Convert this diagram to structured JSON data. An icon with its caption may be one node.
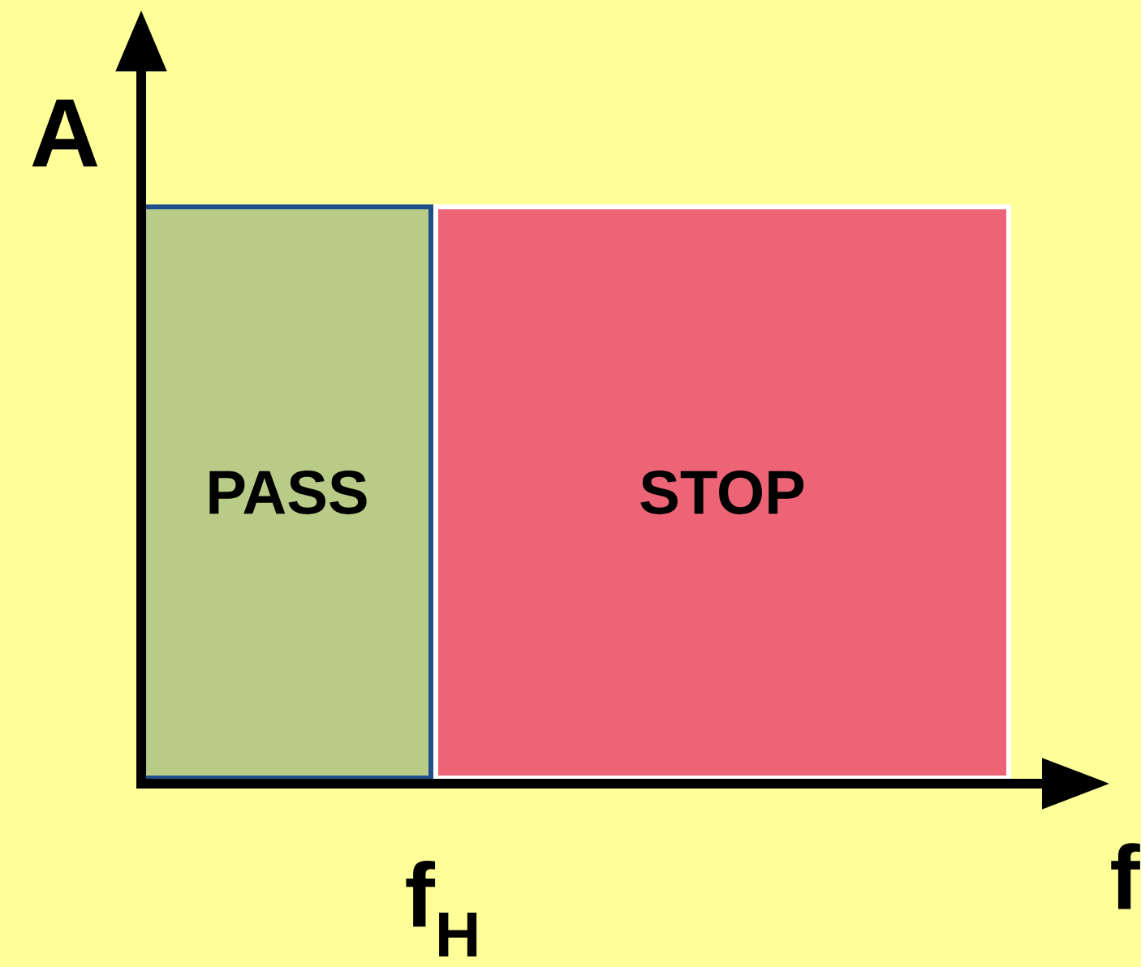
{
  "diagram": {
    "nodes": [
      {
        "text": [
          "PASS"
        ]
      },
      {
        "text": [
          "STOP"
        ]
      }
    ],
    "labels": [
      "A",
      "f$_{H}$",
      "f"
    ]
  }
}
